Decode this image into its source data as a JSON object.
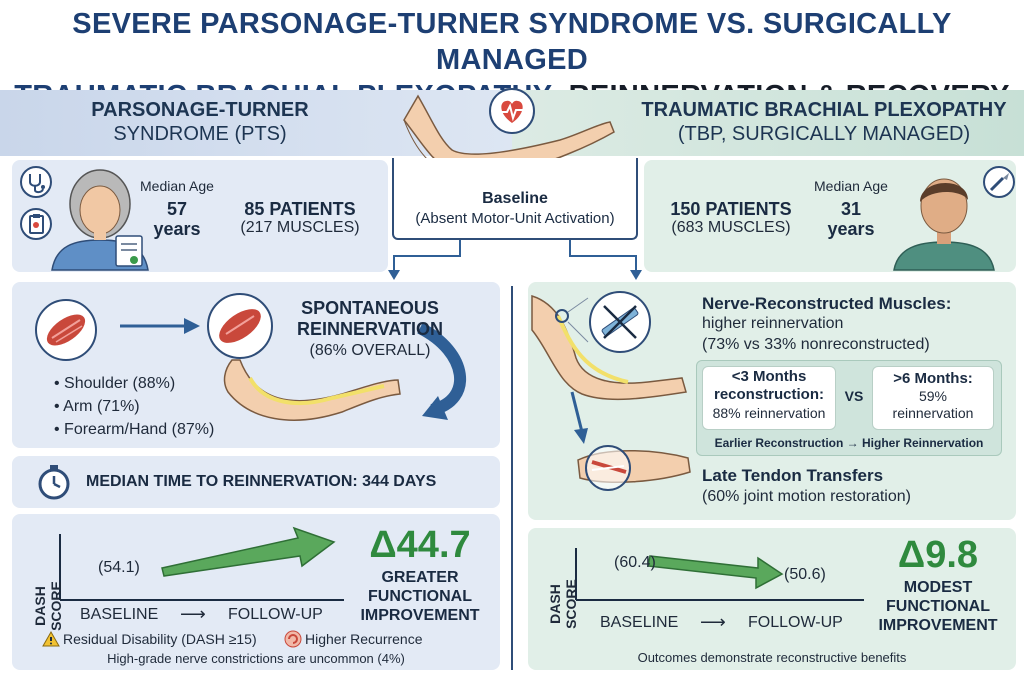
{
  "title": {
    "line1": "SEVERE PARSONAGE-TURNER SYNDROME VS. SURGICALLY MANAGED",
    "line2_a": "TRAUMATIC BRACHIAL PLEXOPATHY:",
    "line2_b": " REINNERVATION & RECOVERY"
  },
  "left_header": {
    "line1": "PARSONAGE-TURNER",
    "line2": "SYNDROME (PTS)"
  },
  "right_header": {
    "line1": "TRAUMATIC BRACHIAL PLEXOPATHY",
    "line2": "(TBP, SURGICALLY MANAGED)"
  },
  "baseline": {
    "label": "Baseline",
    "desc": "(Absent Motor-Unit Activation)"
  },
  "pts": {
    "median_age_label": "Median Age",
    "age_value": "57",
    "age_unit": "years",
    "patients": "85 PATIENTS",
    "muscles": "(217 MUSCLES)",
    "reinnervation_title1": "SPONTANEOUS",
    "reinnervation_title2": "REINNERVATION",
    "reinnervation_overall": "(86% OVERALL)",
    "bullets": [
      "• Shoulder (88%)",
      "• Arm (71%)",
      "• Forearm/Hand (87%)"
    ],
    "median_time": "MEDIAN TIME TO REINNERVATION: 344 DAYS",
    "dash_axis": "DASH SCORE",
    "dash_start": "(54.1)",
    "x_baseline": "BASELINE",
    "x_arrow": "⟶",
    "x_followup": "FOLLOW-UP",
    "delta": "Δ44.7",
    "delta_label": [
      "GREATER",
      "FUNCTIONAL",
      "IMPROVEMENT"
    ],
    "residual": "Residual Disability (DASH ≥15)",
    "recurrence": "Higher Recurrence",
    "footnote": "High-grade nerve constrictions are uncommon (4%)"
  },
  "tbp": {
    "patients": "150 PATIENTS",
    "muscles": "(683 MUSCLES)",
    "median_age_label": "Median Age",
    "age_value": "31",
    "age_unit": "years",
    "nr_title": "Nerve-Reconstructed Muscles:",
    "nr_line2": "higher reinnervation",
    "nr_line3": "(73% vs 33% nonreconstructed)",
    "early_title1": "<3 Months",
    "early_title2": "reconstruction:",
    "early_value": "88% reinnervation",
    "vs": "VS",
    "late_title": ">6 Months:",
    "late_value1": "59%",
    "late_value2": "reinnervation",
    "timing_note": "Earlier Reconstruction → Higher Reinnervation",
    "tendon_title": "Late Tendon Transfers",
    "tendon_desc": "(60% joint motion restoration)",
    "dash_axis": "DASH SCORE",
    "dash_start": "(60.4)",
    "dash_end": "(50.6)",
    "x_baseline": "BASELINE",
    "x_arrow": "⟶",
    "x_followup": "FOLLOW-UP",
    "delta": "Δ9.8",
    "delta_label": [
      "MODEST",
      "FUNCTIONAL",
      "IMPROVEMENT"
    ],
    "footnote": "Outcomes demonstrate reconstructive benefits"
  },
  "colors": {
    "title_blue": "#1d3f73",
    "pts_panel": "#e3eaf5",
    "tbp_panel": "#e1efe8",
    "improvement_green": "#2f8a3e",
    "arrow_blue": "#2f5f96"
  },
  "icons": [
    "stethoscope-icon",
    "clipboard-icon",
    "patient-older-woman-icon",
    "heart-monitor-icon",
    "muscle-icon",
    "arm-skeleton-icon",
    "stopwatch-icon",
    "warning-icon",
    "recurrence-icon",
    "syringe-crossed-icon",
    "scalpel-icon",
    "patient-young-man-icon",
    "forearm-tendon-icon"
  ]
}
